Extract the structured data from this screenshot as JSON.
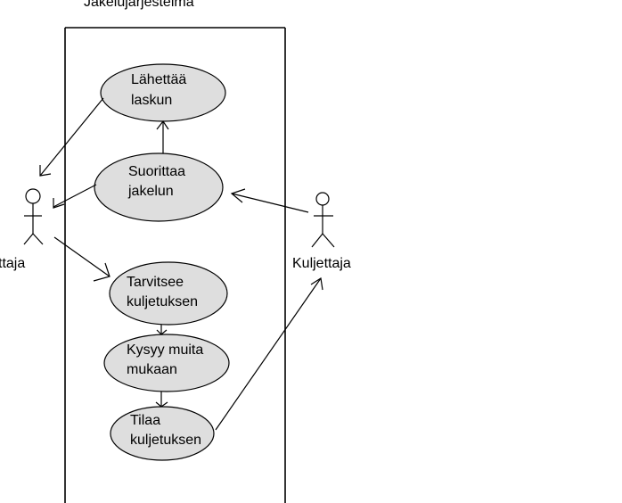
{
  "system": {
    "title": "Jakelujärjestelmä"
  },
  "actors": {
    "left": {
      "label": "ttaja"
    },
    "right": {
      "label": "Kuljettaja"
    }
  },
  "use_cases": {
    "send_invoice": {
      "line1": "Lähettää",
      "line2": "laskun"
    },
    "perform_delivery": {
      "line1": "Suorittaa",
      "line2": "jakelun"
    },
    "needs_transport": {
      "line1": "Tarvitsee",
      "line2": "kuljetuksen"
    },
    "ask_others": {
      "line1": "Kysyy muita",
      "line2": "mukaan"
    },
    "order_transport": {
      "line1": "Tilaa",
      "line2": "kuljetuksen"
    }
  }
}
